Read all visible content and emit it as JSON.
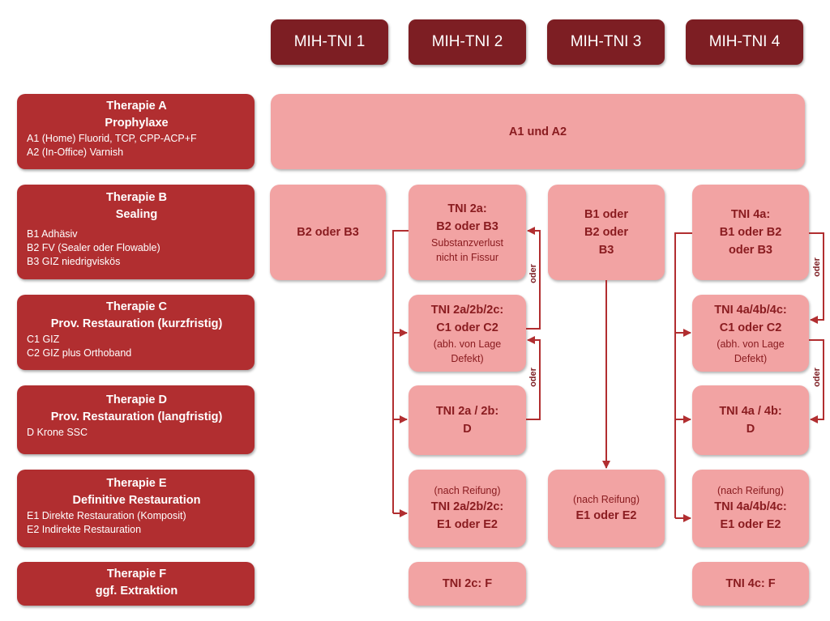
{
  "headers": [
    "MIH-TNI 1",
    "MIH-TNI 2",
    "MIH-TNI 3",
    "MIH-TNI 4"
  ],
  "therapies": {
    "a": {
      "title1": "Therapie A",
      "title2": "Prophylaxe",
      "lines": [
        "A1 (Home) Fluorid, TCP, CPP-ACP+F",
        "A2 (In-Office) Varnish"
      ]
    },
    "b": {
      "title1": "Therapie B",
      "title2": "Sealing",
      "lines": [
        "B1 Adhäsiv",
        "B2 FV (Sealer oder Flowable)",
        "B3 GIZ niedrigviskös"
      ]
    },
    "c": {
      "title1": "Therapie C",
      "title2": "Prov. Restauration (kurzfristig)",
      "lines": [
        "C1 GIZ",
        "C2 GIZ plus Orthoband"
      ]
    },
    "d": {
      "title1": "Therapie D",
      "title2": "Prov. Restauration (langfristig)",
      "lines": [
        "D Krone SSC"
      ]
    },
    "e": {
      "title1": "Therapie E",
      "title2": "Definitive Restauration",
      "lines": [
        "E1 Direkte Restauration (Komposit)",
        "E2 Indirekte Restauration"
      ]
    },
    "f": {
      "title1": "Therapie F",
      "title2": "ggf. Extraktion"
    }
  },
  "cells": {
    "a_all": "A1 und A2",
    "b_tni1": "B2 oder B3",
    "b_tni2": {
      "l1": "TNI 2a:",
      "l2": "B2 oder B3",
      "s1": "Substanzverlust",
      "s2": "nicht in Fissur"
    },
    "b_tni3": {
      "l1": "B1 oder",
      "l2": "B2 oder",
      "l3": "B3"
    },
    "b_tni4": {
      "l1": "TNI 4a:",
      "l2": "B1 oder B2",
      "l3": "oder B3"
    },
    "c_tni2": {
      "l1": "TNI 2a/2b/2c:",
      "l2": "C1 oder C2",
      "s1": "(abh. von Lage",
      "s2": "Defekt)"
    },
    "c_tni4": {
      "l1": "TNI 4a/4b/4c:",
      "l2": "C1 oder C2",
      "s1": "(abh. von Lage",
      "s2": "Defekt)"
    },
    "d_tni2": {
      "l1": "TNI 2a / 2b:",
      "l2": "D"
    },
    "d_tni4": {
      "l1": "TNI 4a / 4b:",
      "l2": "D"
    },
    "e_tni2": {
      "s1": "(nach Reifung)",
      "l1": "TNI 2a/2b/2c:",
      "l2": "E1 oder E2"
    },
    "e_tni3": {
      "s1": "(nach Reifung)",
      "l1": "E1 oder E2"
    },
    "e_tni4": {
      "s1": "(nach Reifung)",
      "l1": "TNI 4a/4b/4c:",
      "l2": "E1 oder E2"
    },
    "f_tni2": "TNI 2c: F",
    "f_tni4": "TNI 4c: F"
  },
  "connector_label": "oder",
  "colors": {
    "header": "#7d1e23",
    "therapy": "#b12e30",
    "cell": "#f2a3a3",
    "cell_text": "#8a1c20",
    "arrow": "#b12e30"
  }
}
